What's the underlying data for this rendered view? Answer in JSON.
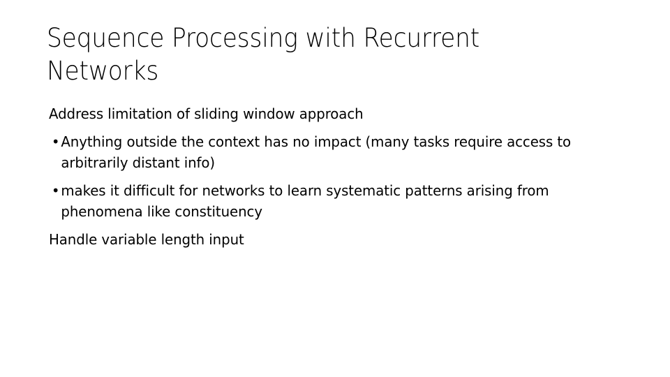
{
  "slide": {
    "title": "Sequence Processing with Recurrent Networks",
    "background_color": "#ffffff",
    "text_color": "#000000",
    "bullet_glyph": "•",
    "blocks": [
      {
        "level": 1,
        "bulleted": false,
        "text": "Address limitation of sliding window approach"
      },
      {
        "level": 2,
        "bulleted": true,
        "text": "Anything outside the context has no impact (many tasks require access to arbitrarily distant info)"
      },
      {
        "level": 2,
        "bulleted": true,
        "text": "makes it difficult for networks to learn systematic patterns arising from phenomena like constituency"
      },
      {
        "level": 1,
        "bulleted": false,
        "text": "Handle variable length input"
      }
    ]
  }
}
